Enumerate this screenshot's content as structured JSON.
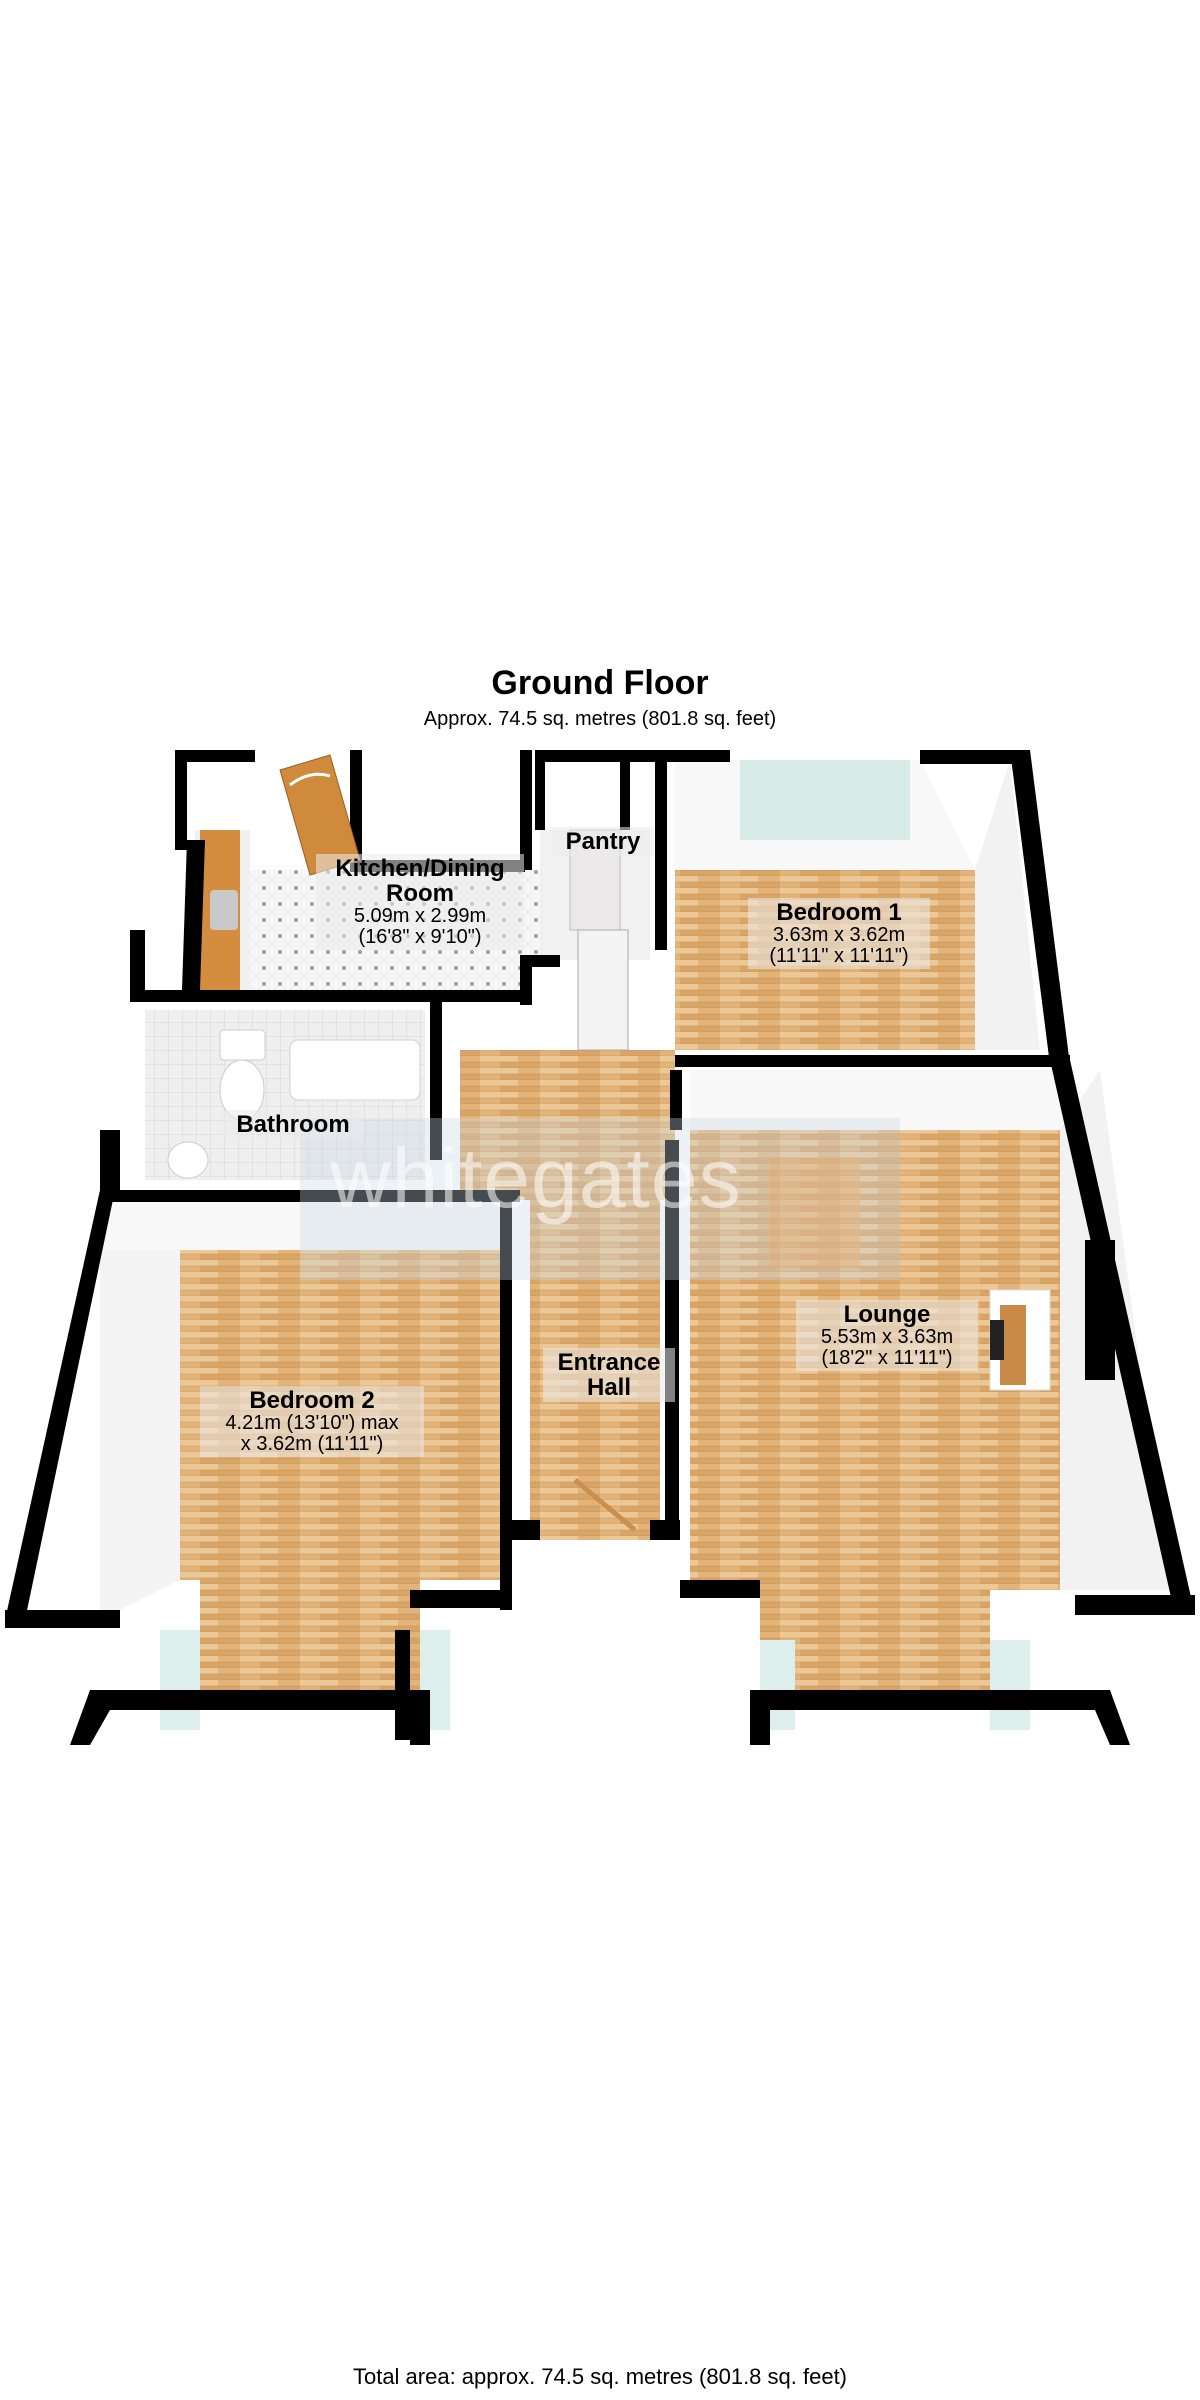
{
  "header": {
    "title": "Ground Floor",
    "subtitle": "Approx. 74.5 sq. metres (801.8 sq. feet)"
  },
  "rooms": {
    "kitchen": {
      "name_line1": "Kitchen/Dining",
      "name_line2": "Room",
      "dim_metric": "5.09m x 2.99m",
      "dim_imperial": "(16'8\" x 9'10\")"
    },
    "pantry": {
      "name": "Pantry"
    },
    "bedroom1": {
      "name": "Bedroom 1",
      "dim_metric": "3.63m x 3.62m",
      "dim_imperial": "(11'11\" x 11'11\")"
    },
    "bathroom": {
      "name": "Bathroom"
    },
    "bedroom2": {
      "name": "Bedroom 2",
      "dim_line1": "4.21m (13'10\") max",
      "dim_line2": "x 3.62m (11'11\")"
    },
    "entrance_hall": {
      "name_line1": "Entrance",
      "name_line2": "Hall"
    },
    "lounge": {
      "name": "Lounge",
      "dim_metric": "5.53m x 3.63m",
      "dim_imperial": "(18'2\" x 11'11\")"
    }
  },
  "watermark": {
    "text": "whitegates"
  },
  "footer": {
    "total_area": "Total area: approx. 74.5 sq. metres (801.8 sq. feet)"
  },
  "colors": {
    "wall": "#000000",
    "floor_wood": "#e0b176",
    "floor_tile": "#f2f2f2",
    "wall_face": "#f7f7f7",
    "glass": "#d8ece9",
    "door_wood": "#d08a3c"
  }
}
